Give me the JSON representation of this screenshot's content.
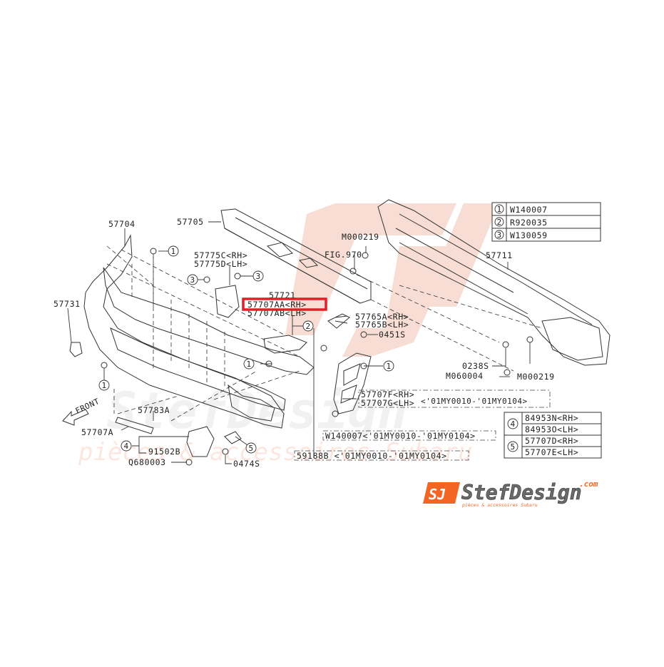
{
  "diagram": {
    "title": "Front bumper exploded parts diagram",
    "highlight": {
      "label": "57707AA<RH>",
      "color": "#e41e26"
    },
    "direction_arrow": "FRONT",
    "parts": {
      "p57704": "57704",
      "p57705": "57705",
      "p57731": "57731",
      "p57775C": "57775C<RH>",
      "p57775D": "57775D<LH>",
      "p57721": "57721",
      "p57707AA": "57707AA<RH>",
      "p57707AB": "57707AB<LH>",
      "pM000219_top": "M000219",
      "pFIG970": "FIG.970",
      "p57711": "57711",
      "p57765A": "57765A<RH>",
      "p57765B": "57765B<LH>",
      "p0451S": "0451S",
      "p0238S": "0238S",
      "pM060004": "M060004",
      "pM000219_bot": "M000219",
      "p57707F": "57707F<RH>",
      "p57707G": "57707G<LH>",
      "range_F_G": "<'01MY0010-'01MY0104>",
      "pW140007_range": "W140007<'01MY0010-'01MY0104>",
      "p59188B_range": "59188B <'01MY0010-'01MY0104>",
      "p57783A": "57783A",
      "p57707A": "57707A",
      "p91502B": "91502B",
      "pQ680003": "Q680003",
      "p0474S": "0474S"
    },
    "callouts": [
      "1",
      "2",
      "3",
      "4",
      "5"
    ],
    "legend_table_top": [
      {
        "ref": "1",
        "part": "W140007"
      },
      {
        "ref": "2",
        "part": "R920035"
      },
      {
        "ref": "3",
        "part": "W130059"
      }
    ],
    "legend_table_bottom": [
      {
        "ref": "4",
        "parts": [
          "84953N<RH>",
          "84953O<LH>"
        ]
      },
      {
        "ref": "5",
        "parts": [
          "57707D<RH>",
          "57707E<LH>"
        ]
      }
    ]
  },
  "brand": {
    "logo_mark": "SJ",
    "name": "StefDesign",
    "domain": ".com",
    "tagline": "pièces & accessoires Subaru",
    "accent_color": "#f26522",
    "text_color": "#666666"
  },
  "watermark": {
    "text_line1": "StefDesign",
    "text_line2": "pièces & accessoires Subaru",
    "color": "#f6d8cc"
  }
}
